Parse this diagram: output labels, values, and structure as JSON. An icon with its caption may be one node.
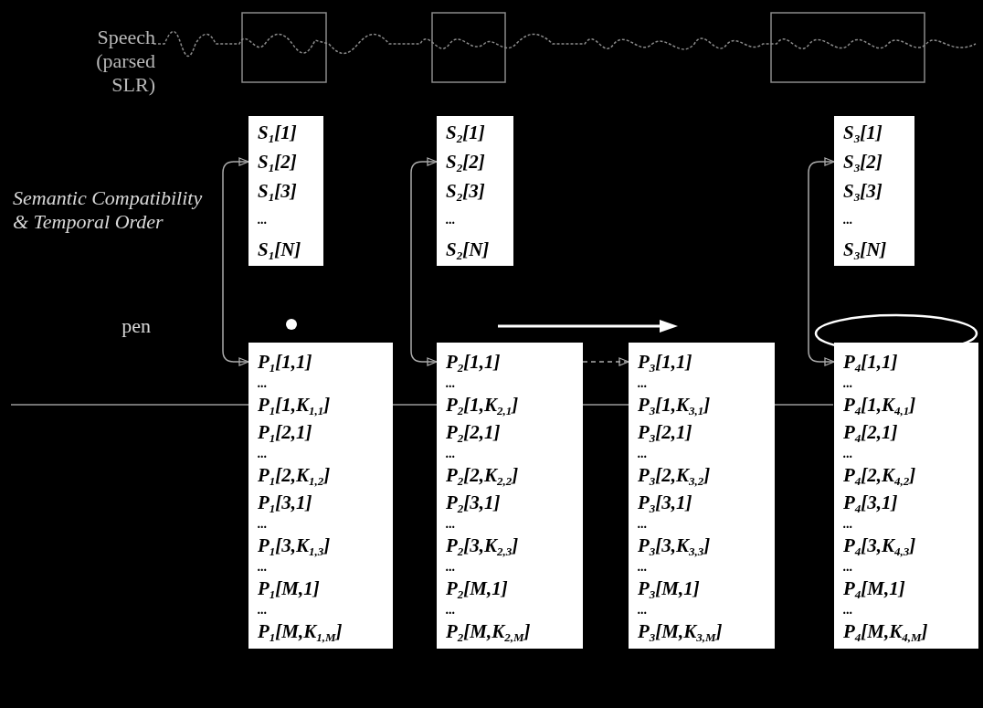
{
  "diagram": {
    "nodes": [
      {
        "text": [
          "S$_{1}$[1]",
          "S$_{1}$[2]",
          "S$_{1}$[3]",
          "...",
          "S$_{1}$[N]"
        ]
      },
      {
        "text": [
          "S$_{2}$[1]",
          "S$_{2}$[2]",
          "S$_{2}$[3]",
          "...",
          "S$_{2}$[N]"
        ]
      },
      {
        "text": [
          "S$_{3}$[1]",
          "S$_{3}$[2]",
          "S$_{3}$[3]",
          "...",
          "S$_{3}$[N]"
        ]
      },
      {
        "text": [
          "P$_{1}$[1,1]",
          "...",
          "P$_{1}$[1,K$_{1,1}$]",
          "P$_{1}$[2,1]",
          "...",
          "P$_{1}$[2,K$_{1,2}$]",
          "P$_{1}$[3,1]",
          "...",
          "P$_{1}$[3,K$_{1,3}$]",
          "...",
          "P$_{1}$[M,1]",
          "...",
          "P$_{1}$[M,K$_{1,M}$]"
        ]
      },
      {
        "text": [
          "P$_{2}$[1,1]",
          "...",
          "P$_{2}$[1,K$_{2,1}$]",
          "P$_{2}$[2,1]",
          "...",
          "P$_{2}$[2,K$_{2,2}$]",
          "P$_{2}$[3,1]",
          "...",
          "P$_{2}$[3,K$_{2,3}$]",
          "...",
          "P$_{2}$[M,1]",
          "...",
          "P$_{2}$[M,K$_{2,M}$]"
        ]
      },
      {
        "text": [
          "P$_{3}$[1,1]",
          "...",
          "P$_{3}$[1,K$_{3,1}$]",
          "P$_{3}$[2,1]",
          "...",
          "P$_{3}$[2,K$_{3,2}$]",
          "P$_{3}$[3,1]",
          "...",
          "P$_{3}$[3,K$_{3,3}$]",
          "...",
          "P$_{3}$[M,1]",
          "...",
          "P$_{3}$[M,K$_{3,M}$]"
        ]
      },
      {
        "text": [
          "P$_{4}$[1,1]",
          "...",
          "P$_{4}$[1,K$_{4,1}$]",
          "P$_{4}$[2,1]",
          "...",
          "P$_{4}$[2,K$_{4,2}$]",
          "P$_{4}$[3,1]",
          "...",
          "P$_{4}$[3,K$_{4,3}$]",
          "...",
          "P$_{4}$[M,1]",
          "...",
          "P$_{4}$[M,K$_{4,M}$]"
        ]
      }
    ],
    "edges": [
      {
        "from": 0,
        "to": 3,
        "arrow": "both"
      },
      {
        "from": 1,
        "to": 4,
        "arrow": "both"
      },
      {
        "from": 4,
        "to": 5,
        "arrow": "to",
        "style": "dashed"
      },
      {
        "from": 2,
        "to": 6,
        "arrow": "both"
      }
    ],
    "labels": [
      "Speech (parsed SLR)",
      "Semantic Compatibility & Temporal Order",
      "pen"
    ]
  }
}
